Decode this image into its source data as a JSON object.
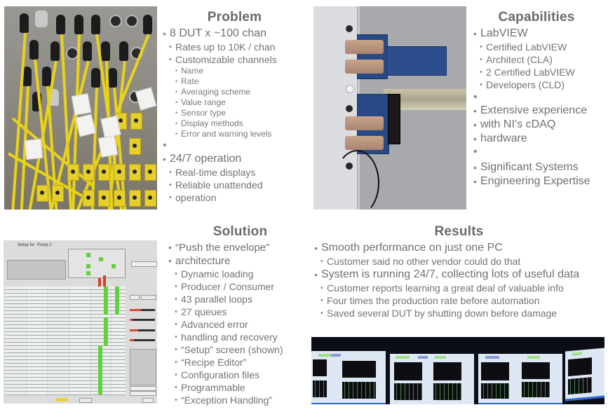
{
  "problem": {
    "title": "Problem",
    "items": [
      {
        "level": 1,
        "text": "8 DUT x ~100 chan"
      },
      {
        "level": 2,
        "text": "Rates up to 10K / chan"
      },
      {
        "level": 2,
        "text": "Customizable channels"
      },
      {
        "level": 3,
        "text": "Name"
      },
      {
        "level": 3,
        "text": "Rate"
      },
      {
        "level": 3,
        "text": "Averaging scheme"
      },
      {
        "level": 3,
        "text": "Value range"
      },
      {
        "level": 3,
        "text": "Sensor type"
      },
      {
        "level": 3,
        "text": "Display methods"
      },
      {
        "level": 3,
        "text": "Error and warning levels"
      },
      {
        "level": 1,
        "text": "24/7 operation"
      },
      {
        "level": 2,
        "text": "Real-time displays"
      },
      {
        "level": 2,
        "text": "Reliable unattended",
        "cont": "operation"
      }
    ]
  },
  "capabilities": {
    "title": "Capabilities",
    "items": [
      {
        "level": 1,
        "text": "LabVIEW"
      },
      {
        "level": 2,
        "text": "Certified LabVIEW",
        "cont": "Architect (CLA)"
      },
      {
        "level": 2,
        "text": "2 Certified LabVIEW",
        "cont": "Developers (CLD)"
      },
      {
        "level": 1,
        "text": "Extensive experience",
        "cont": [
          "with NI’s cDAQ",
          "hardware"
        ]
      },
      {
        "level": 1,
        "text": "Significant Systems",
        "cont": [
          "Engineering Expertise"
        ]
      }
    ]
  },
  "solution": {
    "title": "Solution",
    "items": [
      {
        "level": 1,
        "text": "“Push the envelope”",
        "cont": "architecture"
      },
      {
        "level": 2,
        "text": "Dynamic loading"
      },
      {
        "level": 2,
        "text": "Producer / Consumer"
      },
      {
        "level": 2,
        "text": "43 parallel loops"
      },
      {
        "level": 2,
        "text": "27 queues"
      },
      {
        "level": 2,
        "text": "Advanced error",
        "cont": "handling and recovery"
      },
      {
        "level": 2,
        "text": "“Setup” screen (shown)"
      },
      {
        "level": 2,
        "text": "“Recipe Editor”"
      },
      {
        "level": 2,
        "text": "Configuration files"
      },
      {
        "level": 2,
        "text": "Programmable",
        "cont": "“Exception Handling”"
      }
    ]
  },
  "results": {
    "title": "Results",
    "items": [
      {
        "level": 1,
        "text": "Smooth performance on just one PC"
      },
      {
        "level": 2,
        "text": "Customer said no other vendor could do that"
      },
      {
        "level": 1,
        "text": "System is running 24/7, collecting lots of useful data"
      },
      {
        "level": 2,
        "text": "Customer reports learning a great deal of valuable info"
      },
      {
        "level": 2,
        "text": "Four times the production rate before automation"
      },
      {
        "level": 2,
        "text": "Saved several DUT by shutting down before damage"
      }
    ]
  },
  "images": {
    "cables_photo": "yellow-sensor-cables-panel-photo",
    "rack_photo": "cdaq-modules-on-din-rail-photo",
    "setup_screenshot": {
      "label": "Setup for",
      "value": "Pump 1"
    },
    "monitors_photo": "control-room-monitors-photo"
  },
  "colors": {
    "heading": "#6a6a6a",
    "body_text": "#707070",
    "ui_green": "#63d13a",
    "ui_red": "#d8402a",
    "monitor_accent": "#2a6ad8"
  }
}
